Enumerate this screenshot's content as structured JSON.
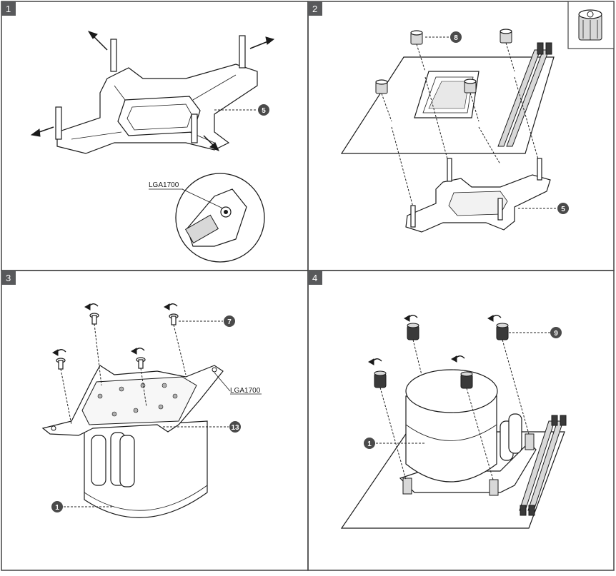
{
  "steps": [
    {
      "number": "1",
      "callouts": [
        "5"
      ],
      "label": "LGA1700"
    },
    {
      "number": "2",
      "callouts": [
        "8",
        "5"
      ]
    },
    {
      "number": "3",
      "callouts": [
        "7",
        "13",
        "1"
      ],
      "label": "LGA1700"
    },
    {
      "number": "4",
      "callouts": [
        "9",
        "1"
      ]
    }
  ],
  "colors": {
    "step_box": "#58595b",
    "callout": "#4a4a4a",
    "line": "#1a1a1a"
  },
  "icons": [
    "thumbscrew-icon",
    "rotate-arrow-icon"
  ]
}
